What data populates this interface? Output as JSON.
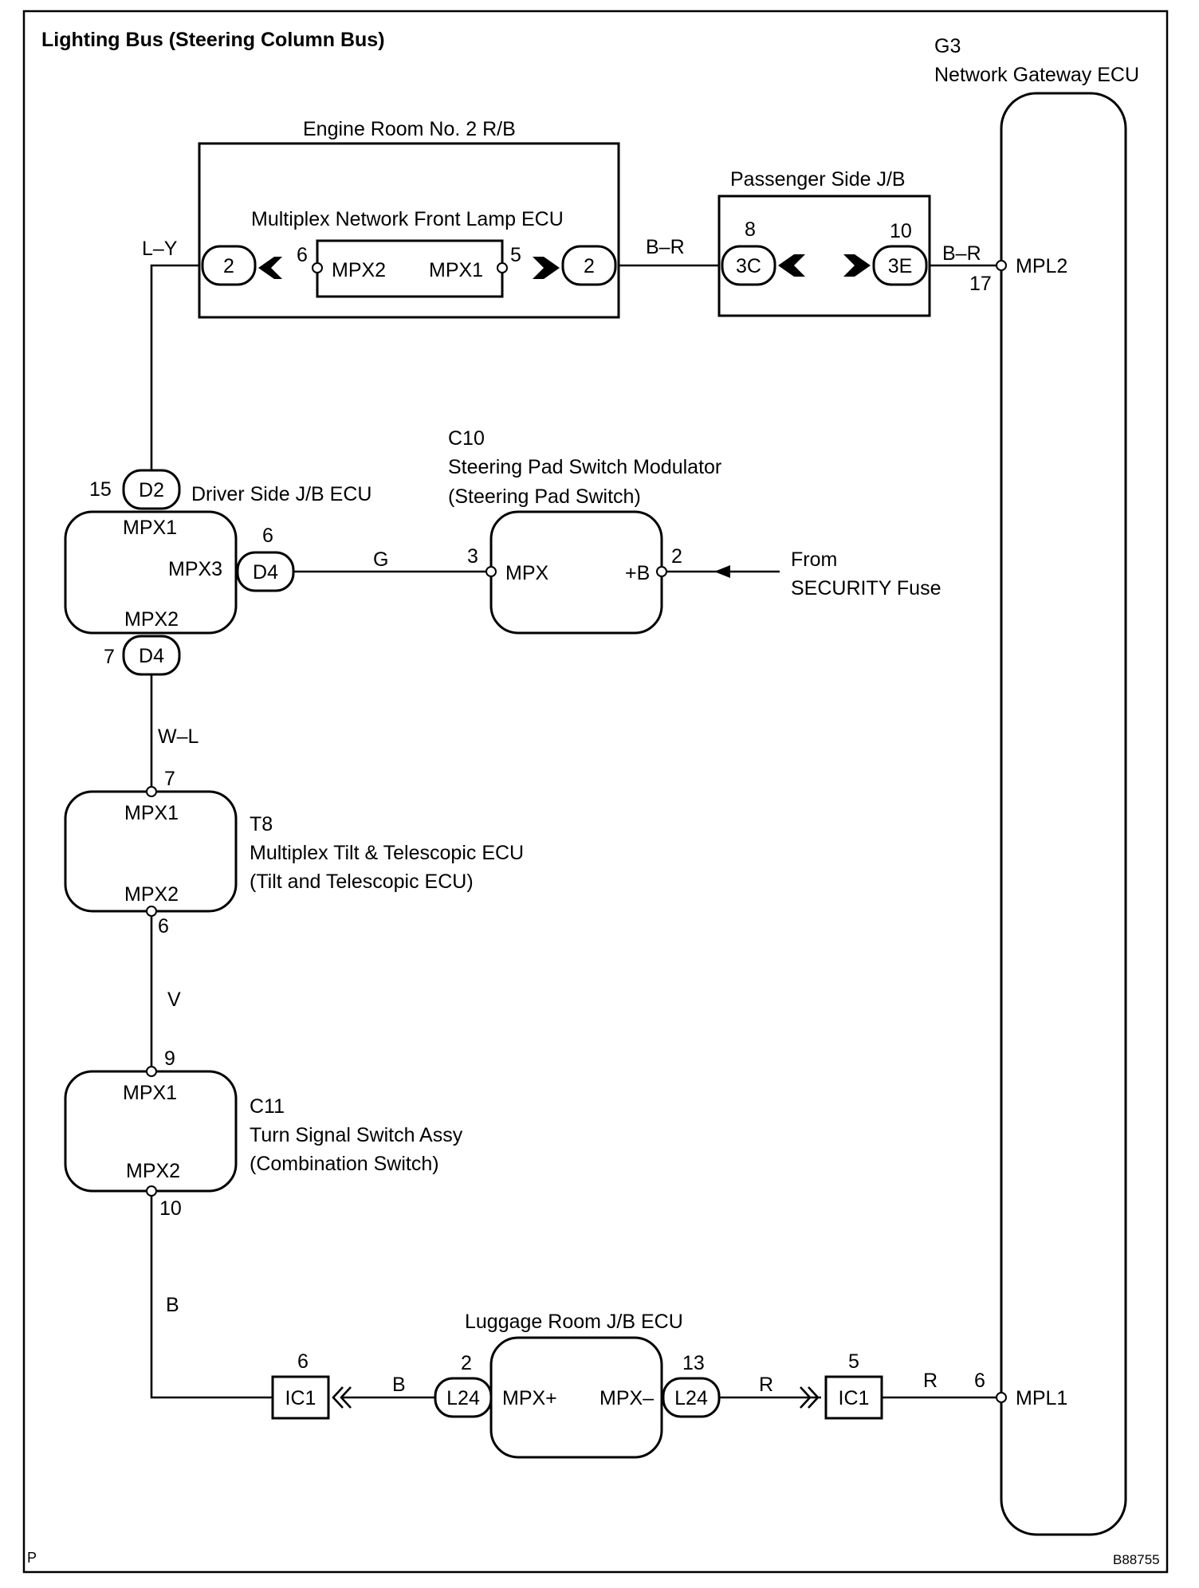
{
  "title": "Lighting Bus (Steering Column Bus)",
  "corner_left": "P",
  "corner_right": "B88755",
  "gateway": {
    "code": "G3",
    "name": "Network Gateway ECU",
    "pin_top_label": "MPL2",
    "pin_top_num": "17",
    "pin_bottom_label": "MPL1",
    "pin_bottom_num": "6"
  },
  "engine_room": {
    "name": "Engine Room No. 2 R/B",
    "ecu_name": "Multiplex Network Front Lamp ECU",
    "left_port": "MPX2",
    "right_port": "MPX1",
    "left_pin": "6",
    "right_pin": "5",
    "left_conn": "2",
    "right_conn": "2"
  },
  "passenger_jb": {
    "name": "Passenger Side J/B",
    "left_conn": "3C",
    "right_conn": "3E",
    "left_pin": "8",
    "right_pin": "10"
  },
  "driver_jb": {
    "name": "Driver Side J/B ECU",
    "top_conn": "D2",
    "top_pin": "15",
    "top_port": "MPX1",
    "right_port": "MPX3",
    "right_conn": "D4",
    "right_pin": "6",
    "bottom_port": "MPX2",
    "bottom_conn": "D4",
    "bottom_pin": "7"
  },
  "steering_pad": {
    "code": "C10",
    "name": "Steering Pad Switch Modulator",
    "alias": "(Steering Pad Switch)",
    "left_port": "MPX",
    "left_pin": "3",
    "right_port": "+B",
    "right_pin": "2",
    "source_line1": "From",
    "source_line2": "SECURITY Fuse"
  },
  "tilt_ecu": {
    "code": "T8",
    "name": "Multiplex Tilt & Telescopic ECU",
    "alias": "(Tilt and Telescopic ECU)",
    "top_port": "MPX1",
    "top_pin": "7",
    "bottom_port": "MPX2",
    "bottom_pin": "6"
  },
  "turn_switch": {
    "code": "C11",
    "name": "Turn Signal Switch Assy",
    "alias": "(Combination Switch)",
    "top_port": "MPX1",
    "top_pin": "9",
    "bottom_port": "MPX2",
    "bottom_pin": "10"
  },
  "luggage_jb": {
    "name": "Luggage Room J/B ECU",
    "left_port": "MPX+",
    "right_port": "MPX–",
    "left_conn": "L24",
    "right_conn": "L24",
    "left_pin": "2",
    "right_pin": "13"
  },
  "junction_left": {
    "conn": "IC1",
    "pin": "6"
  },
  "junction_right": {
    "conn": "IC1",
    "pin": "5"
  },
  "wires": {
    "ly": "L–Y",
    "br1": "B–R",
    "br2": "B–R",
    "g": "G",
    "wl": "W–L",
    "v": "V",
    "b1": "B",
    "b2": "B",
    "r1": "R",
    "r2": "R"
  }
}
